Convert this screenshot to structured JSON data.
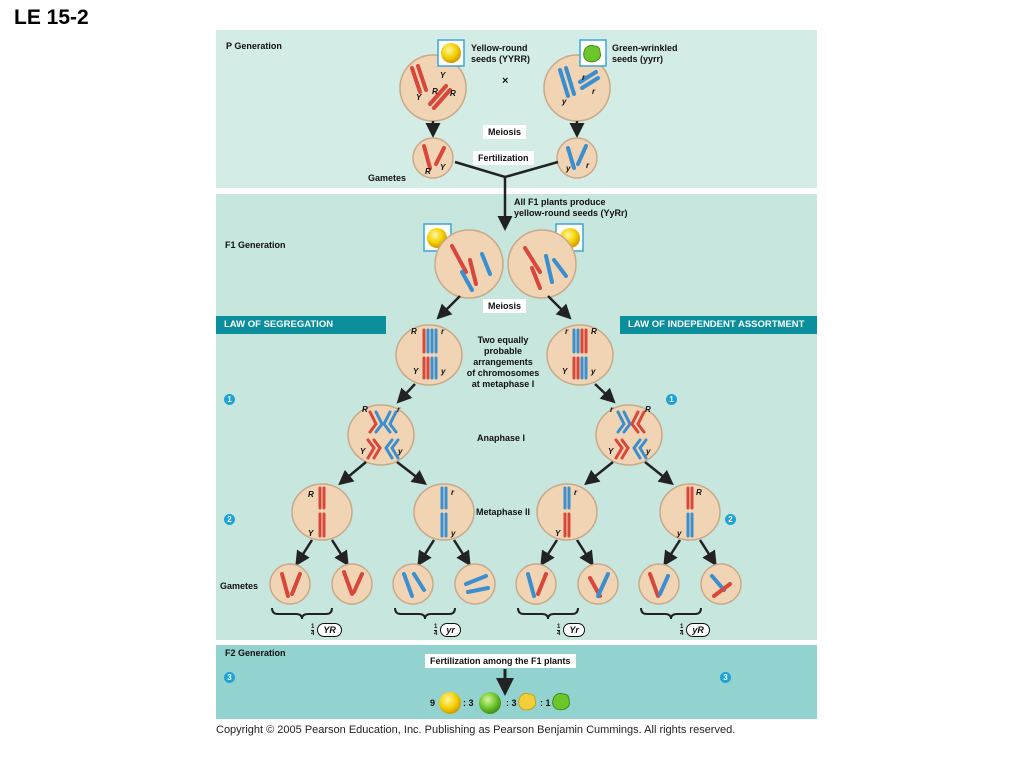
{
  "title": "LE 15-2",
  "p_generation": {
    "label": "P Generation",
    "parent1": {
      "line1": "Yellow-round",
      "line2": "seeds (YYRR)"
    },
    "parent2": {
      "line1": "Green-wrinkled",
      "line2": "seeds (yyrr)"
    },
    "cross": "×",
    "meiosis": "Meiosis",
    "fertilization": "Fertilization",
    "gametes": "Gametes"
  },
  "f1_generation": {
    "label": "F1 Generation",
    "note_line1": "All F1 plants produce",
    "note_line2": "yellow-round seeds (YyRr)",
    "meiosis": "Meiosis",
    "law_left": "LAW OF SEGREGATION",
    "law_right": "LAW OF INDEPENDENT ASSORTMENT",
    "arrangements": [
      "Two equally",
      "probable",
      "arrangements",
      "of chromosomes",
      "at metaphase I"
    ],
    "anaphase": "Anaphase I",
    "metaphase2": "Metaphase II",
    "gametes": "Gametes",
    "steps": [
      "1",
      "2"
    ],
    "gamete_types": [
      {
        "fraction": "1/4",
        "genotype": "YR"
      },
      {
        "fraction": "1/4",
        "genotype": "yr"
      },
      {
        "fraction": "1/4",
        "genotype": "Yr"
      },
      {
        "fraction": "1/4",
        "genotype": "yR"
      }
    ]
  },
  "f2_generation": {
    "label": "F2 Generation",
    "fertilization": "Fertilization among the F1 plants",
    "step": "3",
    "ratio": [
      "9",
      ": 3",
      ": 3",
      ": 1"
    ]
  },
  "copyright": "Copyright © 2005 Pearson Education, Inc. Publishing as Pearson Benjamin Cummings. All rights reserved.",
  "colors": {
    "red_chromosome": "#d9473b",
    "blue_chromosome": "#3a8fd0",
    "cell": "#f0d4b4",
    "accent": "#0b8f9c"
  }
}
